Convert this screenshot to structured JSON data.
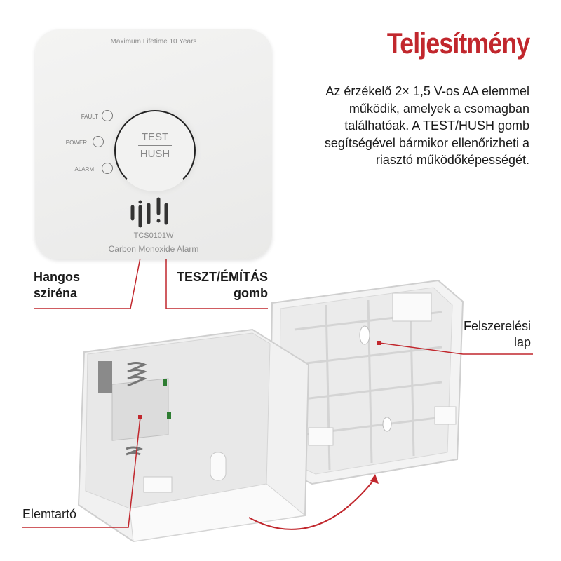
{
  "heading": "Teljesítmény",
  "description": "Az érzékelő 2× 1,5 V-os AA elemmel működik, amelyek a csomagban találhatóak. A TEST/HUSH gomb segítségével bármikor ellenőrizheti a riasztó működőképességét.",
  "device": {
    "lifetime": "Maximum Lifetime 10 Years",
    "leds": [
      "FAULT",
      "POWER",
      "ALARM"
    ],
    "button_top": "TEST",
    "button_bottom": "HUSH",
    "model": "TCS0101W",
    "product": "Carbon Monoxide Alarm"
  },
  "callouts": {
    "siren": [
      "Hangos",
      "sziréna"
    ],
    "test_button": [
      "TESZT/ÉMÍTÁS",
      "gomb"
    ],
    "mount_plate": [
      "Felszerelési",
      "lap"
    ],
    "battery_holder": "Elemtartó"
  },
  "accent_color": "#c1272d"
}
